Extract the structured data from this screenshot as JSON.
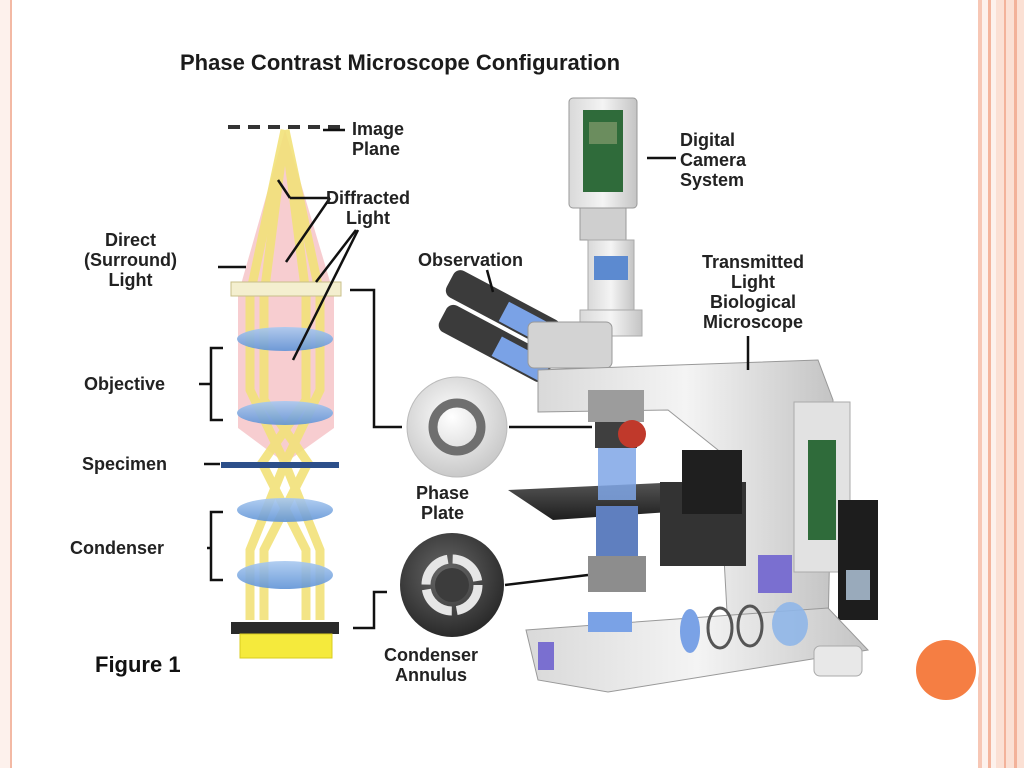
{
  "colors": {
    "slide_background": "#ffffff",
    "edge_accent": "#f3b29a",
    "accent_dot": "#f57e43",
    "light_beam": "#f2e27a",
    "diffracted_cone": "#f6c4c8",
    "lens": "#8fb6e8",
    "label_text": "#222222"
  },
  "figure": {
    "title": "Phase Contrast Microscope Configuration",
    "caption": "Figure 1",
    "labels": {
      "image_plane": "Image\nPlane",
      "diffracted_light": "Diffracted\nLight",
      "direct_light": "Direct\n(Surround)\nLight",
      "objective": "Objective",
      "specimen": "Specimen",
      "condenser": "Condenser",
      "phase_plate": "Phase\nPlate",
      "condenser_annulus": "Condenser\nAnnulus",
      "observation": "Observation",
      "digital_camera": "Digital\nCamera\nSystem",
      "transmitted_microscope": "Transmitted\nLight\nBiological\nMicroscope"
    }
  }
}
